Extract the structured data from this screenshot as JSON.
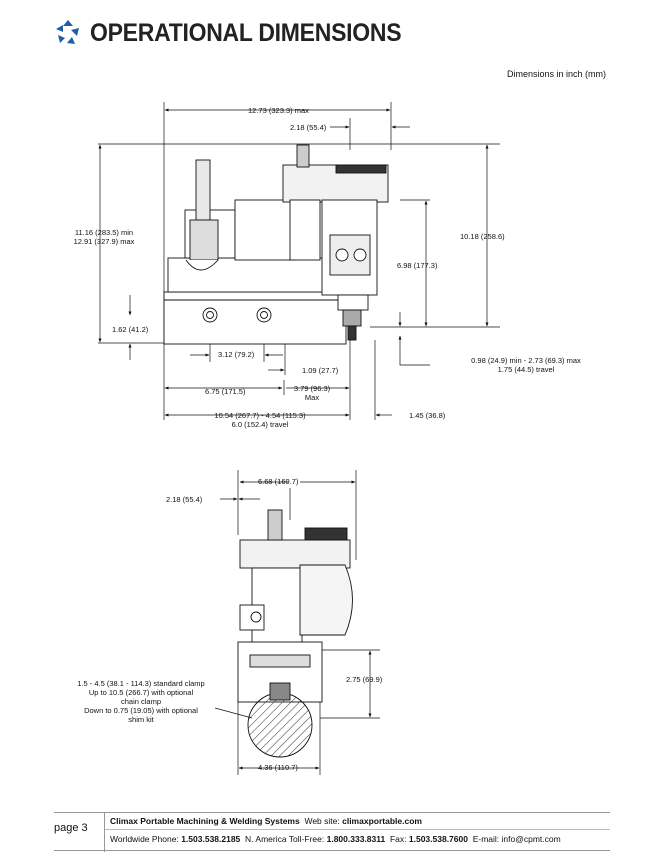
{
  "header": {
    "title": "OPERATIONAL DIMENSIONS",
    "logo_color": "#1f5fa8"
  },
  "units_note": "Dimensions in inch (mm)",
  "side_view": {
    "overall_length": "12.73 (323.3) max",
    "top_offset": "2.18 (55.4)",
    "height_min": "11.16 (283.5) min",
    "height_max": "12.91 (327.9) max",
    "right_height": "10.18 (258.6)",
    "mid_height": "6.98 (177.3)",
    "base_height": "1.62 (41.2)",
    "hole_spacing": "3.12 (79.2)",
    "hole_offset": "1.09 (27.7)",
    "travel_min_max": "0.98 (24.9) min - 2.73 (69.3) max",
    "travel": "1.75 (44.5) travel",
    "base_length": "6.75 (171.5)",
    "tool_offset": "3.79 (96.3)",
    "tool_offset_note": "Max",
    "bottom_range": "10.54 (267.7) - 4.54 (115.3)",
    "bottom_travel": "6.0 (152.4) travel",
    "right_offset": "1.45 (36.8)"
  },
  "front_view": {
    "width": "6.68 (169.7)",
    "top_offset": "2.18 (55.4)",
    "clamp_height": "2.75 (69.9)",
    "base_width": "4.36 (110.7)",
    "clamp_note": [
      "1.5 - 4.5 (38.1 - 114.3) standard clamp",
      "Up to 10.5 (266.7) with optional",
      "chain clamp",
      "Down to 0.75 (19.05) with optional",
      "shim kit"
    ]
  },
  "footer": {
    "page": "page 3",
    "company": "Climax Portable Machining & Welding Systems",
    "web_label": "Web site:",
    "web": "climaxportable.com",
    "worldwide_label": "Worldwide Phone:",
    "worldwide": "1.503.538.2185",
    "tollfree_label": "N. America Toll-Free:",
    "tollfree": "1.800.333.8311",
    "fax_label": "Fax:",
    "fax": "1.503.538.7600",
    "email_label": "E-mail:",
    "email": "info@cpmt.com"
  }
}
